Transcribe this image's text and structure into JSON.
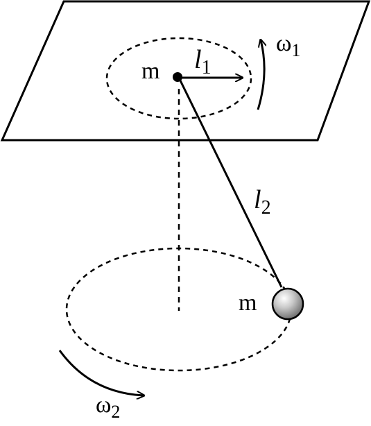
{
  "labels": {
    "mass_top": "m",
    "mass_bottom": "m",
    "length1": {
      "symbol": "l",
      "subscript": "1"
    },
    "length2": {
      "symbol": "l",
      "subscript": "2"
    },
    "omega1": {
      "symbol": "ω",
      "subscript": "1"
    },
    "omega2": {
      "symbol": "ω",
      "subscript": "2"
    }
  },
  "colors": {
    "ink": "#000000",
    "background": "#ffffff",
    "sphere_highlight": "#ffffff",
    "sphere_shadow": "#6e6e6e"
  }
}
